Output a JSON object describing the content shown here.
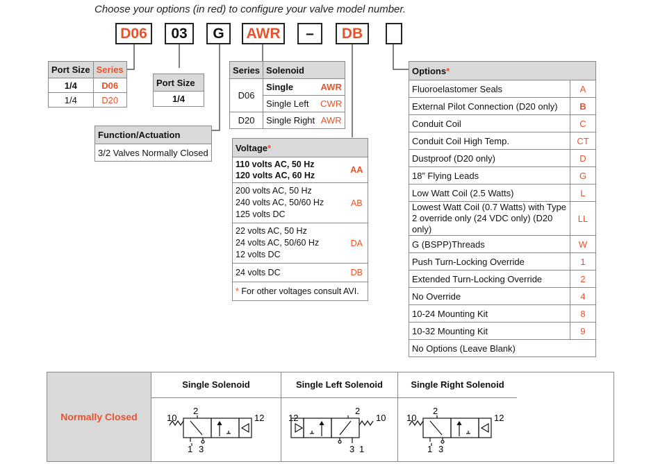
{
  "title": "Choose your options (in red) to configure your valve model number.",
  "model": [
    "D06",
    "03",
    "G",
    "AWR",
    "–",
    "DB",
    ""
  ],
  "series_table": {
    "headers": [
      "Port Size",
      "Series"
    ],
    "rows": [
      [
        "1/4",
        "D06"
      ],
      [
        "1/4",
        "D20"
      ]
    ]
  },
  "port_size_table": {
    "header": "Port Size",
    "value": "1/4"
  },
  "function_table": {
    "header": "Function/Actuation",
    "value": "3/2 Valves Normally Closed"
  },
  "solenoid_table": {
    "headers": [
      "Series",
      "Solenoid"
    ],
    "series": [
      "D06",
      "D20"
    ],
    "rows": [
      {
        "label": "Single",
        "code": "AWR"
      },
      {
        "label": "Single Left",
        "code": "CWR"
      },
      {
        "label": "Single Right",
        "code": "AWR"
      }
    ]
  },
  "voltage_table": {
    "header": "Voltage",
    "star": "*",
    "rows": [
      {
        "lines": [
          "110 volts AC, 50 Hz",
          "120 volts AC, 60 Hz"
        ],
        "code": "AA"
      },
      {
        "lines": [
          "200 volts AC, 50 Hz",
          "240 volts AC, 50/60 Hz",
          "125 volts DC"
        ],
        "code": "AB"
      },
      {
        "lines": [
          "22 volts AC, 50 Hz",
          "24 volts AC, 50/60 Hz",
          "12 volts DC"
        ],
        "code": "DA"
      },
      {
        "lines": [
          "24 volts DC"
        ],
        "code": "DB"
      }
    ],
    "footnote_star": "*",
    "footnote": " For other voltages consult AVI."
  },
  "options_table": {
    "header": "Options",
    "star": "*",
    "rows": [
      {
        "label": "Fluoroelastomer Seals",
        "code": "A"
      },
      {
        "label": "External Pilot Connection (D20 only)",
        "code": "B"
      },
      {
        "label": "Conduit Coil",
        "code": "C"
      },
      {
        "label": "Conduit Coil High Temp.",
        "code": "CT"
      },
      {
        "label": "Dustproof (D20 only)",
        "code": "D"
      },
      {
        "label": "18” Flying Leads",
        "code": "G"
      },
      {
        "label": "Low Watt Coil (2.5 Watts)",
        "code": "L"
      },
      {
        "label": "Lowest Watt Coil (0.7 Watts) with Type 2 override only (24 VDC only) (D20 only)",
        "code": "LL"
      },
      {
        "label": "G (BSPP)Threads",
        "code": "W"
      },
      {
        "label": "Push Turn-Locking Override",
        "code": "1"
      },
      {
        "label": "Extended Turn-Locking Override",
        "code": "2"
      },
      {
        "label": "No Override",
        "code": "4"
      },
      {
        "label": "10-24 Mounting Kit",
        "code": "8"
      },
      {
        "label": "10-32 Mounting Kit",
        "code": "9"
      },
      {
        "label": "No Options (Leave Blank)",
        "code": ""
      }
    ]
  },
  "bottom": {
    "row_label": "Normally Closed",
    "columns": [
      "Single Solenoid",
      "Single Left Solenoid",
      "Single Right Solenoid"
    ],
    "ports": {
      "p2": "2",
      "p10": "10",
      "p12": "12",
      "p1": "1",
      "p3": "3"
    }
  },
  "colors": {
    "accent": "#e8522a",
    "header_bg": "#d9d9d9",
    "border": "#888888"
  }
}
